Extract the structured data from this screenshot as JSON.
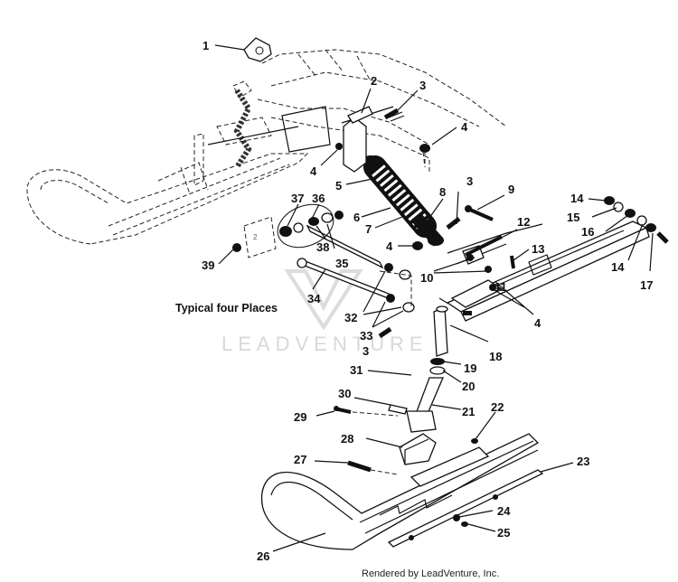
{
  "diagram": {
    "note": "Typical four Places",
    "watermark": "LEADVENTURE",
    "credit": "Rendered by LeadVenture, Inc.",
    "callouts": [
      "1",
      "2",
      "3",
      "4",
      "4",
      "4",
      "5",
      "6",
      "7",
      "8",
      "3",
      "9",
      "14",
      "15",
      "16",
      "14",
      "17",
      "12",
      "13",
      "10",
      "11",
      "4",
      "37",
      "36",
      "38",
      "35",
      "39",
      "34",
      "32",
      "33",
      "3",
      "18",
      "19",
      "31",
      "20",
      "30",
      "21",
      "29",
      "22",
      "28",
      "27",
      "23",
      "24",
      "25",
      "26"
    ]
  }
}
